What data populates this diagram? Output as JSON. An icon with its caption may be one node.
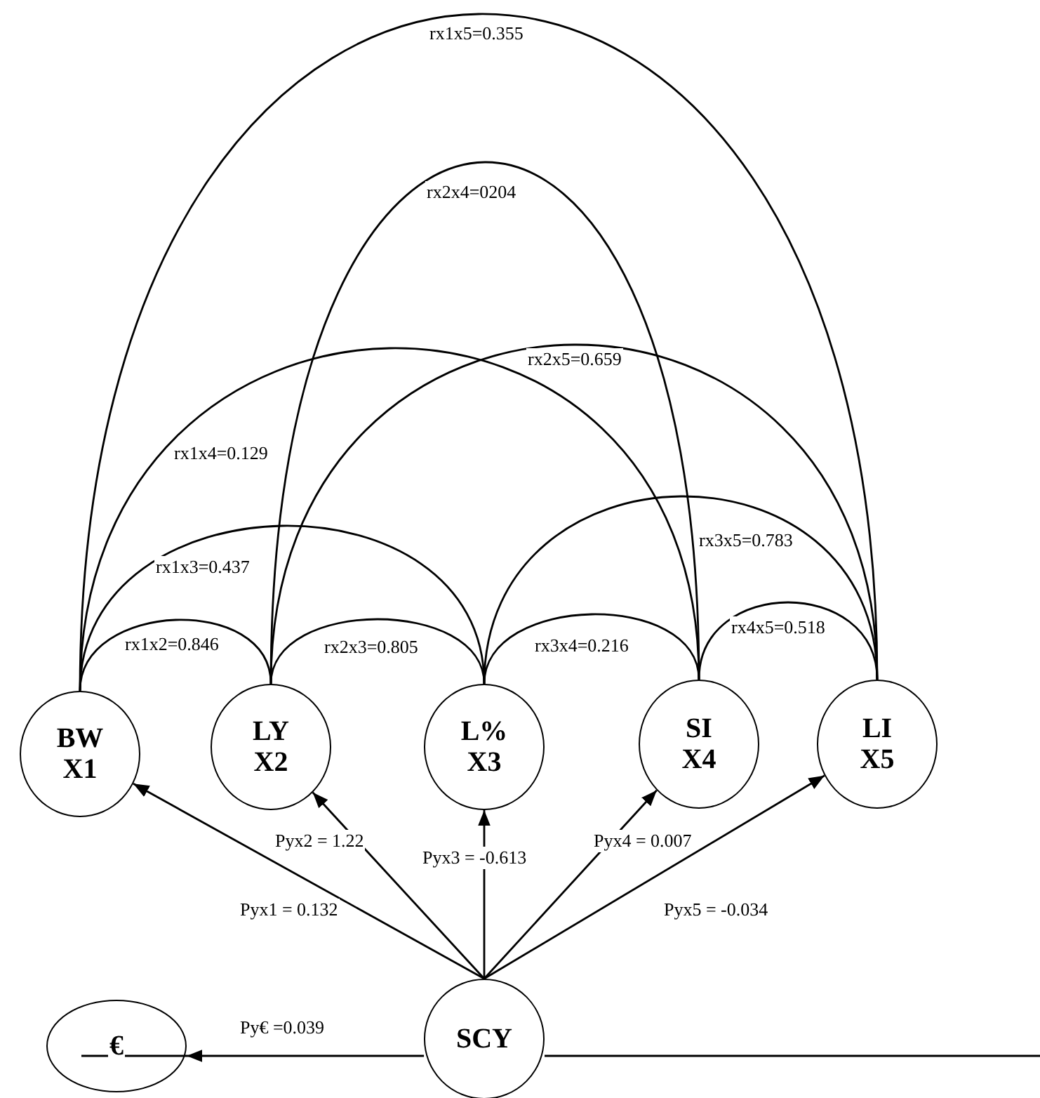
{
  "diagram": {
    "nodes": [
      {
        "text": [
          "BW",
          "X1"
        ]
      },
      {
        "text": [
          "LY",
          "X2"
        ]
      },
      {
        "text": [
          "L%",
          "X3"
        ]
      },
      {
        "text": [
          "SI",
          "X4"
        ]
      },
      {
        "text": [
          "LI",
          "X5"
        ]
      },
      {
        "text": [
          "€"
        ]
      },
      {
        "text": [
          "SCY"
        ]
      }
    ],
    "edges": [
      {
        "from": 0,
        "to": 4,
        "arrow": "none",
        "label": "rx1x5=0.355"
      },
      {
        "from": 1,
        "to": 3,
        "arrow": "none",
        "label": "rx2x4=0204"
      },
      {
        "from": 1,
        "to": 4,
        "arrow": "none",
        "label": "rx2x5=0.659"
      },
      {
        "from": 0,
        "to": 3,
        "arrow": "none",
        "label": "rx1x4=0.129"
      },
      {
        "from": 2,
        "to": 4,
        "arrow": "none",
        "label": "rx3x5=0.783"
      },
      {
        "from": 0,
        "to": 2,
        "arrow": "none",
        "label": "rx1x3=0.437"
      },
      {
        "from": 3,
        "to": 4,
        "arrow": "none",
        "label": "rx4x5=0.518"
      },
      {
        "from": 0,
        "to": 1,
        "arrow": "none",
        "label": "rx1x2=0.846"
      },
      {
        "from": 1,
        "to": 2,
        "arrow": "none",
        "label": "rx2x3=0.805"
      },
      {
        "from": 2,
        "to": 3,
        "arrow": "none",
        "label": "rx3x4=0.216"
      },
      {
        "from": 6,
        "to": 1,
        "arrow": "to",
        "label": "Pyx2 = 1.22"
      },
      {
        "from": 6,
        "to": 2,
        "arrow": "to",
        "label": "Pyx3 = -0.613"
      },
      {
        "from": 6,
        "to": 3,
        "arrow": "to",
        "label": "Pyx4 = 0.007"
      },
      {
        "from": 6,
        "to": 0,
        "arrow": "to",
        "label": "Pyx1 = 0.132"
      },
      {
        "from": 6,
        "to": 4,
        "arrow": "to",
        "label": "Pyx5 = -0.034"
      },
      {
        "from": 6,
        "to": 5,
        "arrow": "to",
        "label": "Py€ =0.039"
      }
    ]
  }
}
